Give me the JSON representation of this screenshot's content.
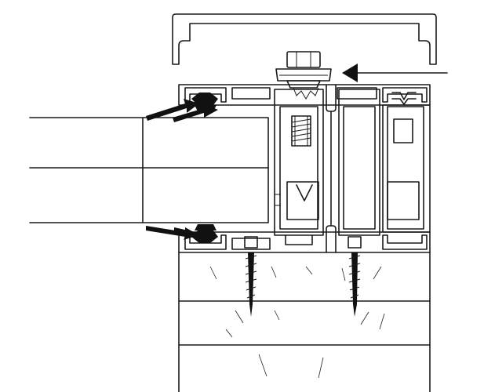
{
  "diagram": {
    "kind": "curtain-wall mullion section detail",
    "colors": {
      "line": "#1a1a1a",
      "background": "#ffffff",
      "fill_dark": "#111111"
    },
    "components": [
      "pressure-cap",
      "pressure-plate",
      "bolt",
      "glass-unit",
      "upper-gasket",
      "lower-gasket",
      "mullion-profile",
      "spring",
      "screw-fasteners",
      "substrate"
    ],
    "callouts": [
      "bolt-arrow",
      "upper-gasket-arrows",
      "lower-gasket-arrows"
    ]
  }
}
